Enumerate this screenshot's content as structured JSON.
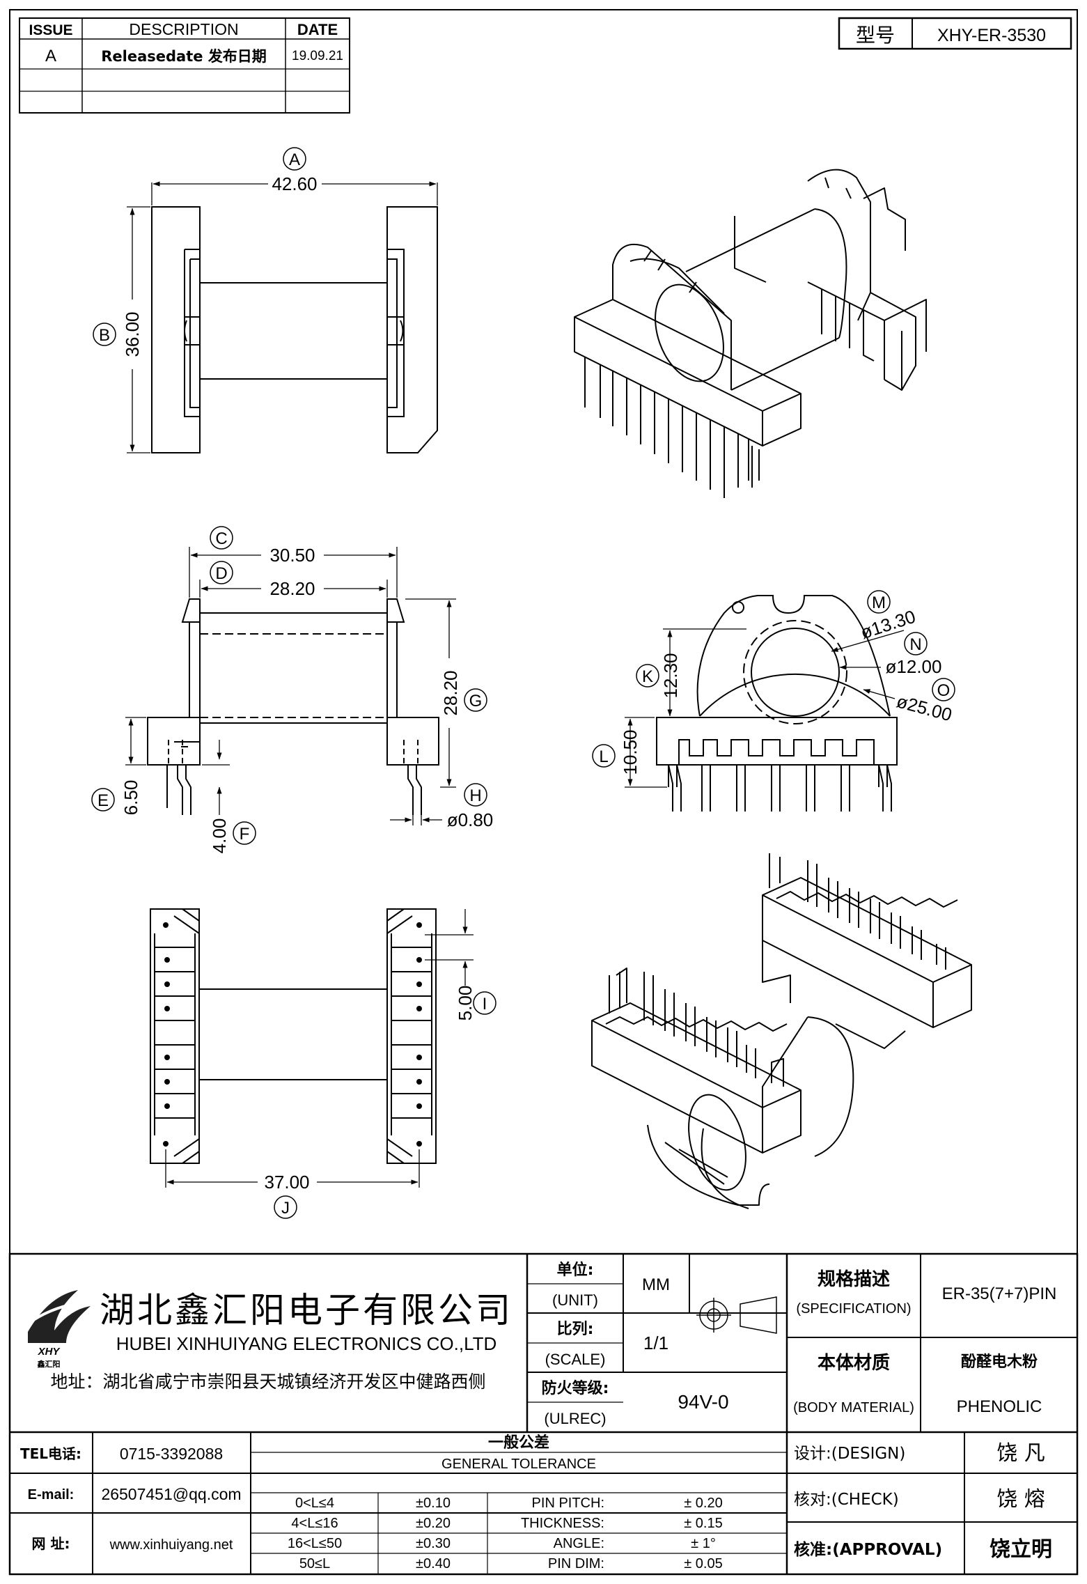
{
  "revision_table": {
    "headers": {
      "issue": "ISSUE",
      "description": "DESCRIPTION",
      "date": "DATE"
    },
    "rows": [
      {
        "issue": "A",
        "description": "Releasedate 发布日期",
        "date": "19.09.21"
      },
      {
        "issue": "",
        "description": "",
        "date": ""
      },
      {
        "issue": "",
        "description": "",
        "date": ""
      }
    ]
  },
  "model": {
    "label": "型号",
    "value": "XHY-ER-3530"
  },
  "dimensions": {
    "A": {
      "tag": "A",
      "value": "42.60"
    },
    "B": {
      "tag": "B",
      "value": "36.00"
    },
    "C": {
      "tag": "C",
      "value": "30.50"
    },
    "D": {
      "tag": "D",
      "value": "28.20"
    },
    "E": {
      "tag": "E",
      "value": "6.50"
    },
    "F": {
      "tag": "F",
      "value": "4.00"
    },
    "G": {
      "tag": "G",
      "value": "28.20"
    },
    "H": {
      "tag": "H",
      "value": "ø0.80"
    },
    "I": {
      "tag": "I",
      "value": "5.00"
    },
    "J": {
      "tag": "J",
      "value": "37.00"
    },
    "K": {
      "tag": "K",
      "value": "12.30"
    },
    "L": {
      "tag": "L",
      "value": "10.50"
    },
    "M": {
      "tag": "M",
      "value": "ø13.30"
    },
    "N": {
      "tag": "N",
      "value": "ø12.00"
    },
    "O": {
      "tag": "O",
      "value": "ø25.00"
    }
  },
  "company": {
    "name_cn": "湖北鑫汇阳电子有限公司",
    "name_en": "HUBEI XINHUIYANG ELECTRONICS CO.,LTD",
    "logo_text": "XHY",
    "logo_sub": "鑫汇阳",
    "address": "地址：湖北省咸宁市崇阳县天城镇经济开发区中健路西侧"
  },
  "specs": {
    "unit_label_cn": "单位:",
    "unit_label_en": "(UNIT)",
    "unit_value": "MM",
    "scale_label_cn": "比列:",
    "scale_label_en": "(SCALE)",
    "scale_value": "1/1",
    "ul_label_cn": "防火等级:",
    "ul_label_en": "(ULREC)",
    "ul_value": "94V-0",
    "spec_label_cn": "规格描述",
    "spec_label_en": "(SPECIFICATION)",
    "spec_value": "ER-35(7+7)PIN",
    "material_label_cn": "本体材质",
    "material_label_en": "(BODY MATERIAL)",
    "material_value_cn": "酚醛电木粉",
    "material_value_en": "PHENOLIC"
  },
  "contact": {
    "tel_label": "TEL电话:",
    "tel_value": "0715-3392088",
    "email_label": "E-mail:",
    "email_value": "26507451@qq.com",
    "web_label": "网  址:",
    "web_value": "www.xinhuiyang.net"
  },
  "tolerance": {
    "title_cn": "一般公差",
    "title_en": "GENERAL TOLERANCE",
    "ranges": [
      {
        "range": "0<L≤4",
        "tol": "±0.10"
      },
      {
        "range": "4<L≤16",
        "tol": "±0.20"
      },
      {
        "range": "16<L≤50",
        "tol": "±0.30"
      },
      {
        "range": "50≤L",
        "tol": "±0.40"
      }
    ],
    "other": [
      {
        "label": "PIN PITCH:",
        "value": "± 0.20"
      },
      {
        "label": "THICKNESS:",
        "value": "± 0.15"
      },
      {
        "label": "ANGLE:",
        "value": "± 1°"
      },
      {
        "label": "PIN DIM:",
        "value": "± 0.05"
      }
    ]
  },
  "approval": {
    "design_label": "设计:(DESIGN)",
    "design_name": "饶 凡",
    "check_label": "核对:(CHECK)",
    "check_name": "饶 熔",
    "approval_label": "核准:(APPROVAL)",
    "approval_name": "饶立明"
  }
}
